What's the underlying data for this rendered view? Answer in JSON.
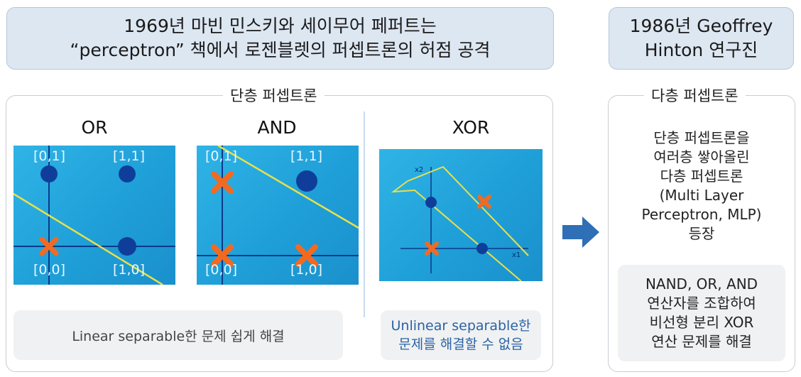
{
  "header_left": {
    "line1": "1969년 마빈 민스키와 세이무어 페퍼트는",
    "line2": "“perceptron” 책에서 로젠블렛의 퍼셉트론의 허점 공격"
  },
  "header_right": {
    "line1": "1986년 Geoffrey",
    "line2": "Hinton 연구진"
  },
  "single_layer": {
    "title": "단층 퍼셉트론",
    "plots": [
      {
        "label": "OR",
        "coords": [
          "[0,1]",
          "[1,1]",
          "[0,0]",
          "[1,0]"
        ],
        "points": [
          {
            "coord": "[0,1]",
            "mark": "circle"
          },
          {
            "coord": "[1,1]",
            "mark": "circle"
          },
          {
            "coord": "[0,0]",
            "mark": "cross"
          },
          {
            "coord": "[1,0]",
            "mark": "circle"
          }
        ]
      },
      {
        "label": "AND",
        "coords": [
          "[0,1]",
          "[1,1]",
          "[0,0]",
          "[1,0]"
        ],
        "points": [
          {
            "coord": "[0,1]",
            "mark": "cross"
          },
          {
            "coord": "[1,1]",
            "mark": "circle"
          },
          {
            "coord": "[0,0]",
            "mark": "cross"
          },
          {
            "coord": "[1,0]",
            "mark": "cross"
          }
        ]
      },
      {
        "label": "XOR",
        "axis_x": "x1",
        "axis_y": "x2",
        "points": [
          {
            "coord": "[0,1]",
            "mark": "circle"
          },
          {
            "coord": "[1,1]",
            "mark": "cross"
          },
          {
            "coord": "[0,0]",
            "mark": "cross"
          },
          {
            "coord": "[1,0]",
            "mark": "circle"
          }
        ]
      }
    ],
    "note_linear": "Linear separable한 문제 쉽게 해결",
    "note_unlinear_1": "Unlinear separable한",
    "note_unlinear_2": "문제를 해결할 수 없음"
  },
  "multi_layer": {
    "title": "다층 퍼셉트론",
    "desc": [
      "단층 퍼셉트론을",
      "여러층 쌓아올린",
      "다층 퍼셉트론",
      "(Multi Layer",
      "Perceptron, MLP)",
      "등장"
    ],
    "note": [
      "NAND, OR, AND",
      "연산자를 조합하여",
      "비선형 분리 XOR",
      "연산 문제를 해결"
    ]
  },
  "colors": {
    "accent_blue": "#2e6fb5",
    "cross": "#f26a21",
    "circle": "#0f3e9a",
    "line": "#e8e04a",
    "unlinear_text": "#2a63a6"
  },
  "icons": [
    "arrow-right-icon"
  ]
}
